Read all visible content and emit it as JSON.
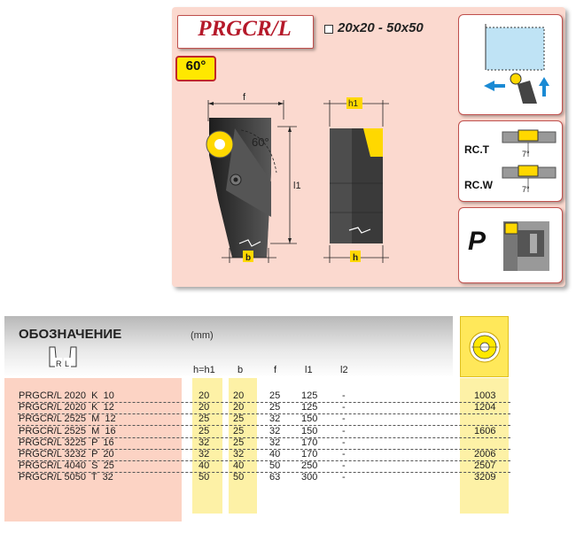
{
  "header": {
    "title": "PRGCR/L",
    "size_range": "20x20 - 50x50",
    "angle_badge": "60°"
  },
  "drawing_labels": {
    "f": "f",
    "angle": "60°",
    "l1": "l1",
    "b": "b",
    "h1": "h1",
    "h": "h"
  },
  "side_panels": {
    "rc_t": "RC.T",
    "rc_w": "RC.W",
    "rc_t_angle": "7°",
    "rc_w_angle": "7°",
    "p_label": "P"
  },
  "table": {
    "title": "ОБОЗНАЧЕНИЕ",
    "unit": "(mm)",
    "rl_icon_labels": [
      "R",
      "L"
    ],
    "columns": [
      "h=h1",
      "b",
      "f",
      "l1",
      "l2"
    ],
    "rows": [
      {
        "designation": "PRGCR/L 2020  K  10",
        "h": "20",
        "b": "20",
        "f": "25",
        "l1": "125",
        "l2": "-",
        "insert": "1003"
      },
      {
        "designation": "PRGCR/L 2020  K  12",
        "h": "20",
        "b": "20",
        "f": "25",
        "l1": "125",
        "l2": "-",
        "insert": "1204"
      },
      {
        "designation": "PRGCR/L 2525  M  12",
        "h": "25",
        "b": "25",
        "f": "32",
        "l1": "150",
        "l2": "-",
        "insert": ""
      },
      {
        "designation": "PRGCR/L 2525  M  16",
        "h": "25",
        "b": "25",
        "f": "32",
        "l1": "150",
        "l2": "-",
        "insert": "1606"
      },
      {
        "designation": "PRGCR/L 3225  P  16",
        "h": "32",
        "b": "25",
        "f": "32",
        "l1": "170",
        "l2": "-",
        "insert": ""
      },
      {
        "designation": "PRGCR/L 3232  P  20",
        "h": "32",
        "b": "32",
        "f": "40",
        "l1": "170",
        "l2": "-",
        "insert": "2006"
      },
      {
        "designation": "PRGCR/L 4040  S  25",
        "h": "40",
        "b": "40",
        "f": "50",
        "l1": "250",
        "l2": "-",
        "insert": "2507"
      },
      {
        "designation": "PRGCR/L 5050  T  32",
        "h": "50",
        "b": "50",
        "f": "63",
        "l1": "300",
        "l2": "-",
        "insert": "3209"
      }
    ]
  },
  "colors": {
    "card_bg": "#fbd9cf",
    "title_red": "#b5192a",
    "insert_yellow": "#ffe800",
    "holder_dark": "#3a3a3a"
  }
}
